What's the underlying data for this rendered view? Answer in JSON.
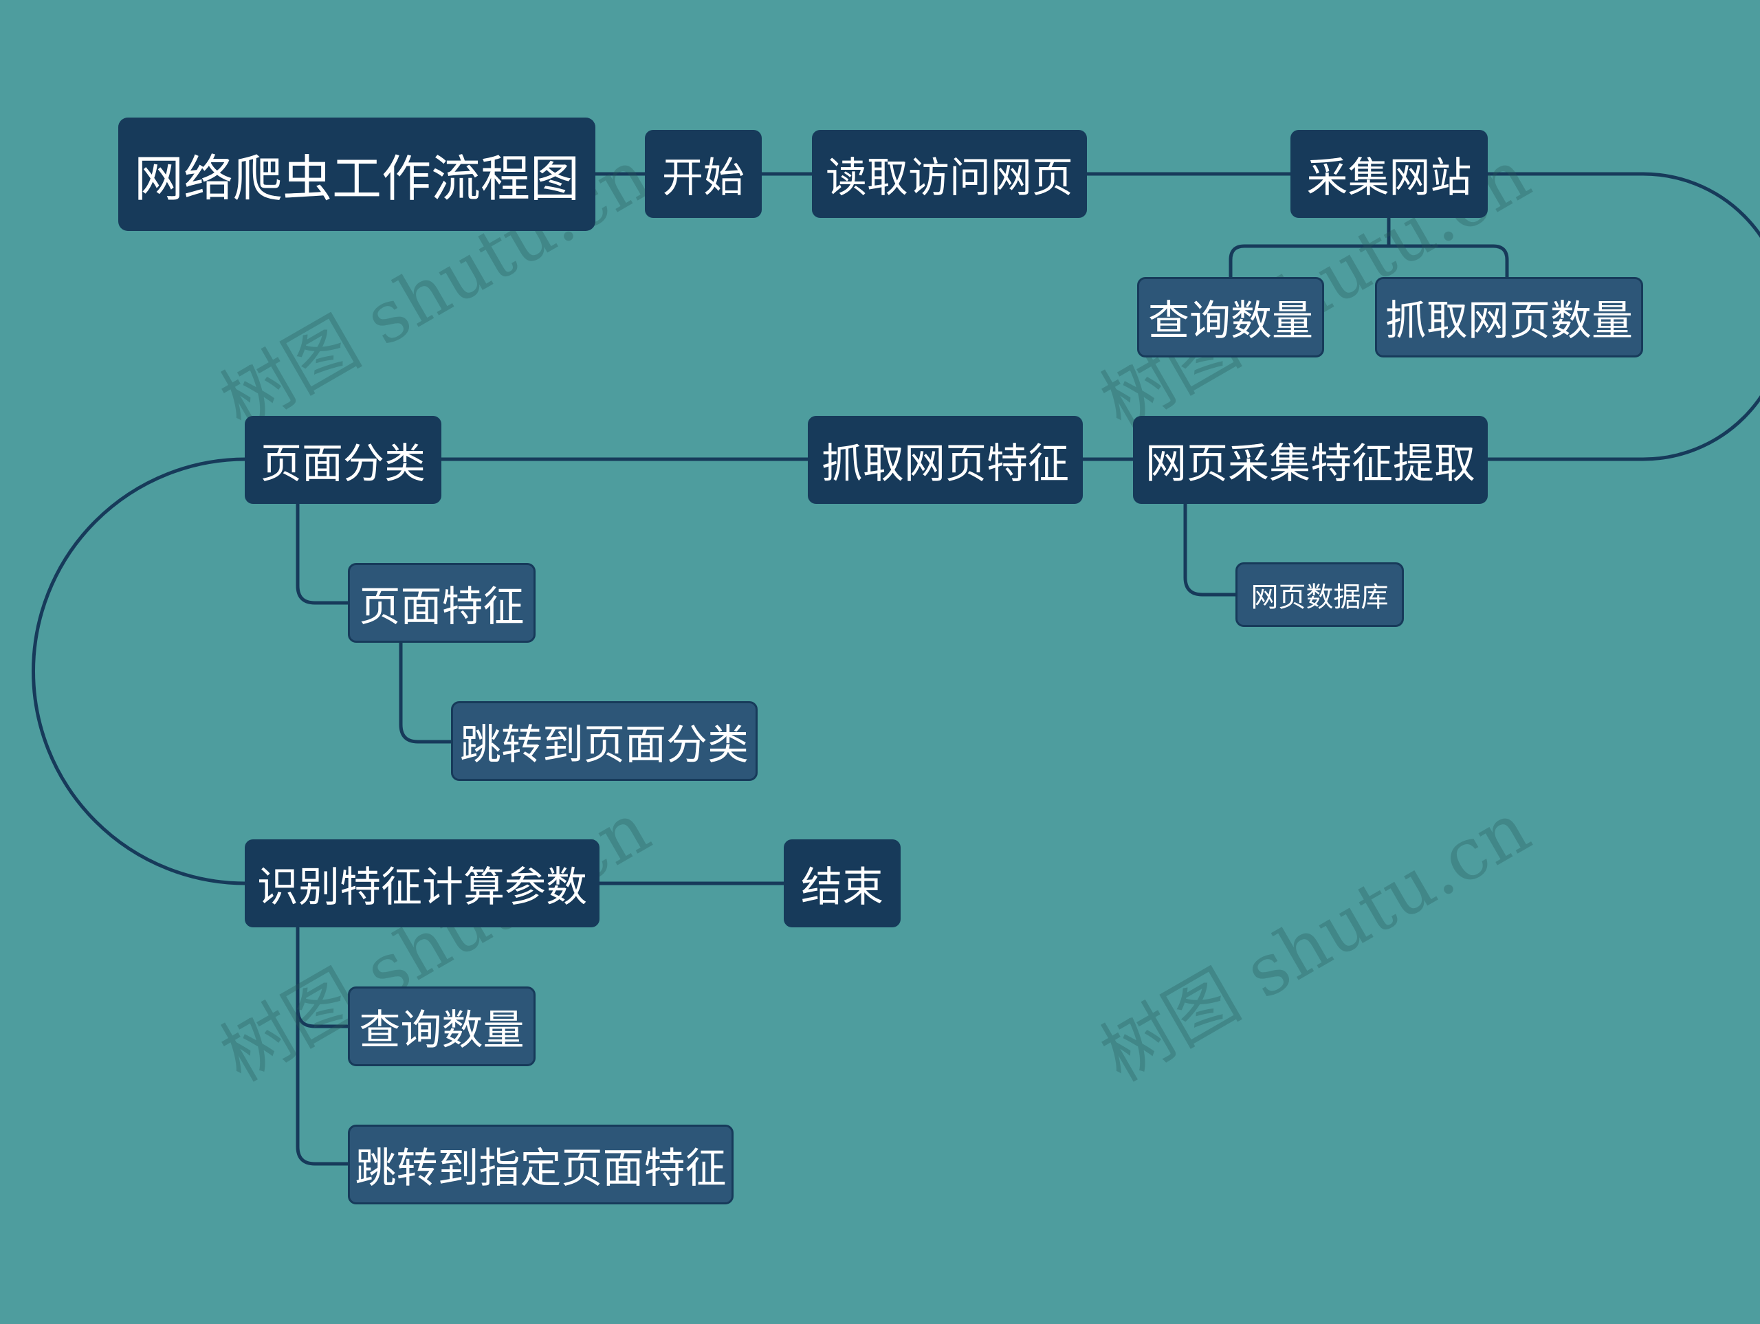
{
  "watermark": "树图 shutu.cn",
  "title": "网络爬虫工作流程图",
  "flow": {
    "start": "开始",
    "read_page": "读取访问网页",
    "collect_site": "采集网站",
    "collect_children": [
      "查询数量",
      "抓取网页数量"
    ],
    "feature_extract": "网页采集特征提取",
    "feature_extract_child": "网页数据库",
    "grab_features": "抓取网页特征",
    "page_classify": "页面分类",
    "page_feature": "页面特征",
    "jump_classify": "跳转到页面分类",
    "identify_params": "识别特征计算参数",
    "end": "结束",
    "identify_children": [
      "查询数量",
      "跳转到指定页面特征"
    ]
  },
  "colors": {
    "background": "#4e9d9e",
    "node_dark": "#173a5a",
    "node_light": "#2d5678",
    "line": "#173a5a",
    "text": "#ffffff"
  }
}
